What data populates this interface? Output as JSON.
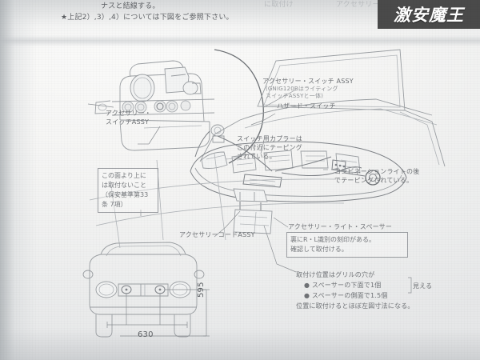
{
  "document": {
    "kind": "scanned-installation-instruction-sheet",
    "language": "ja",
    "top_lines": [
      "ナスと結線する。",
      "★上記2）,3）,4）については下図をご参照下さい。"
    ],
    "top_faint_right": "に取付け",
    "top_faint_far_right": "アクセサリー"
  },
  "watermark": {
    "label": "激安魔王"
  },
  "callouts": {
    "accessory_switch_assy_dash": "アクセサリー・\nスイッチASSY",
    "accessory_switch_assy_windshield": "アクセサリー・スイッチ ASSY",
    "accessory_switch_assy_note": "(GNIG120Bはライティング\nスイッチASSYと一体)",
    "hazard_switch": "ハザード・スイッチ",
    "switch_coupler_note": "スイッチ用カプラーは\nこの付近にテーピング\nされている。",
    "combination_light_note": "コンビネーションライトの後\nでテーピングされている。",
    "accessory_cord_assy": "アクセサリーコードASSY",
    "accessory_light_spacer": "アクセサリー・ライト・スペーサー"
  },
  "boxes": {
    "mounting_limit": "この面より上に\nは取付ないこと\n（保安基準第33\n条 7項）",
    "rl_stamp": "裏にR・L識別の刻印がある。\n確認して取付ける。"
  },
  "position_note": {
    "line1": "取付け位置はグリルの穴が",
    "bullet1": "● スペーサーの下面で1個",
    "bullet2": "● スペーサーの側面で1.5個",
    "visible_label": "見える",
    "line2": "位置に取付けるとほぼ左図寸法になる。"
  },
  "front_view_dimensions": {
    "width_mm": "630",
    "height_mm": "595"
  },
  "colors": {
    "watermark_bg": "#4a4a4a",
    "watermark_fg": "#ffffff",
    "paper": "#f4f4f3",
    "ink": "#8d9094",
    "line": "#9a9ea2"
  }
}
